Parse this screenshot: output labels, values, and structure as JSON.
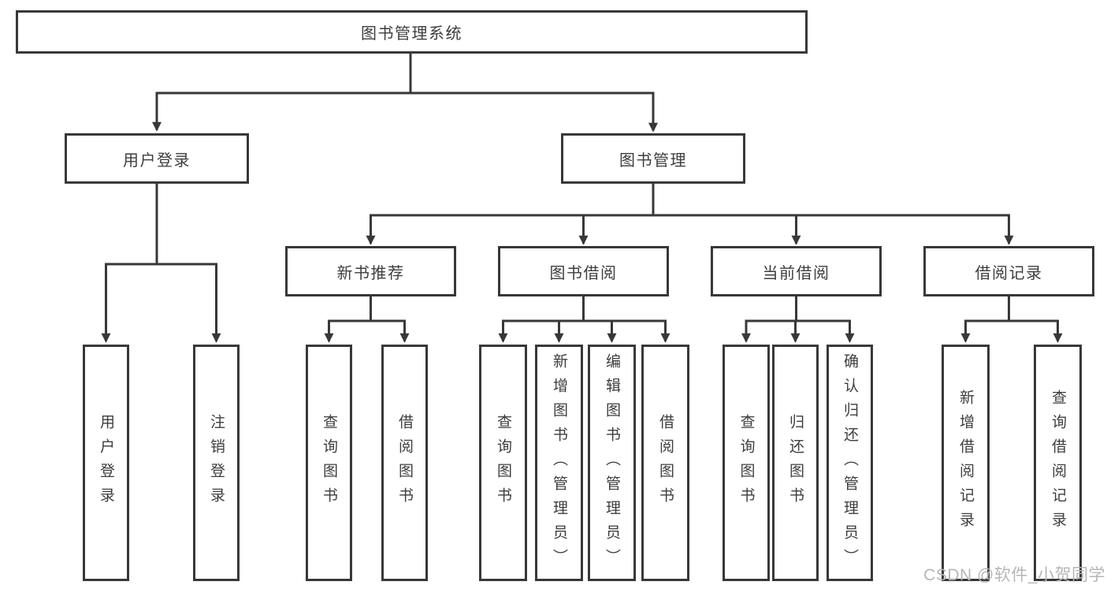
{
  "colors": {
    "line": "#383838",
    "box_border": "#383838",
    "box_text": "#3d3d3d",
    "background": "#ffffff",
    "watermark": "#b6b6b6"
  },
  "tree": {
    "root": "图书管理系统",
    "branches": [
      {
        "label": "用户登录",
        "children": [
          "用户登录",
          "注销登录"
        ]
      },
      {
        "label": "图书管理",
        "groups": [
          {
            "label": "新书推荐",
            "children": [
              "查询图书",
              "借阅图书"
            ]
          },
          {
            "label": "图书借阅",
            "children": [
              "查询图书",
              "新增图书（管理员）",
              "编辑图书（管理员）",
              "借阅图书"
            ]
          },
          {
            "label": "当前借阅",
            "children": [
              "查询图书",
              "归还图书",
              "确认归还（管理员）"
            ]
          },
          {
            "label": "借阅记录",
            "children": [
              "新增借阅记录",
              "查询借阅记录"
            ]
          }
        ]
      }
    ]
  },
  "watermark": "CSDN @软件_小贺同学"
}
